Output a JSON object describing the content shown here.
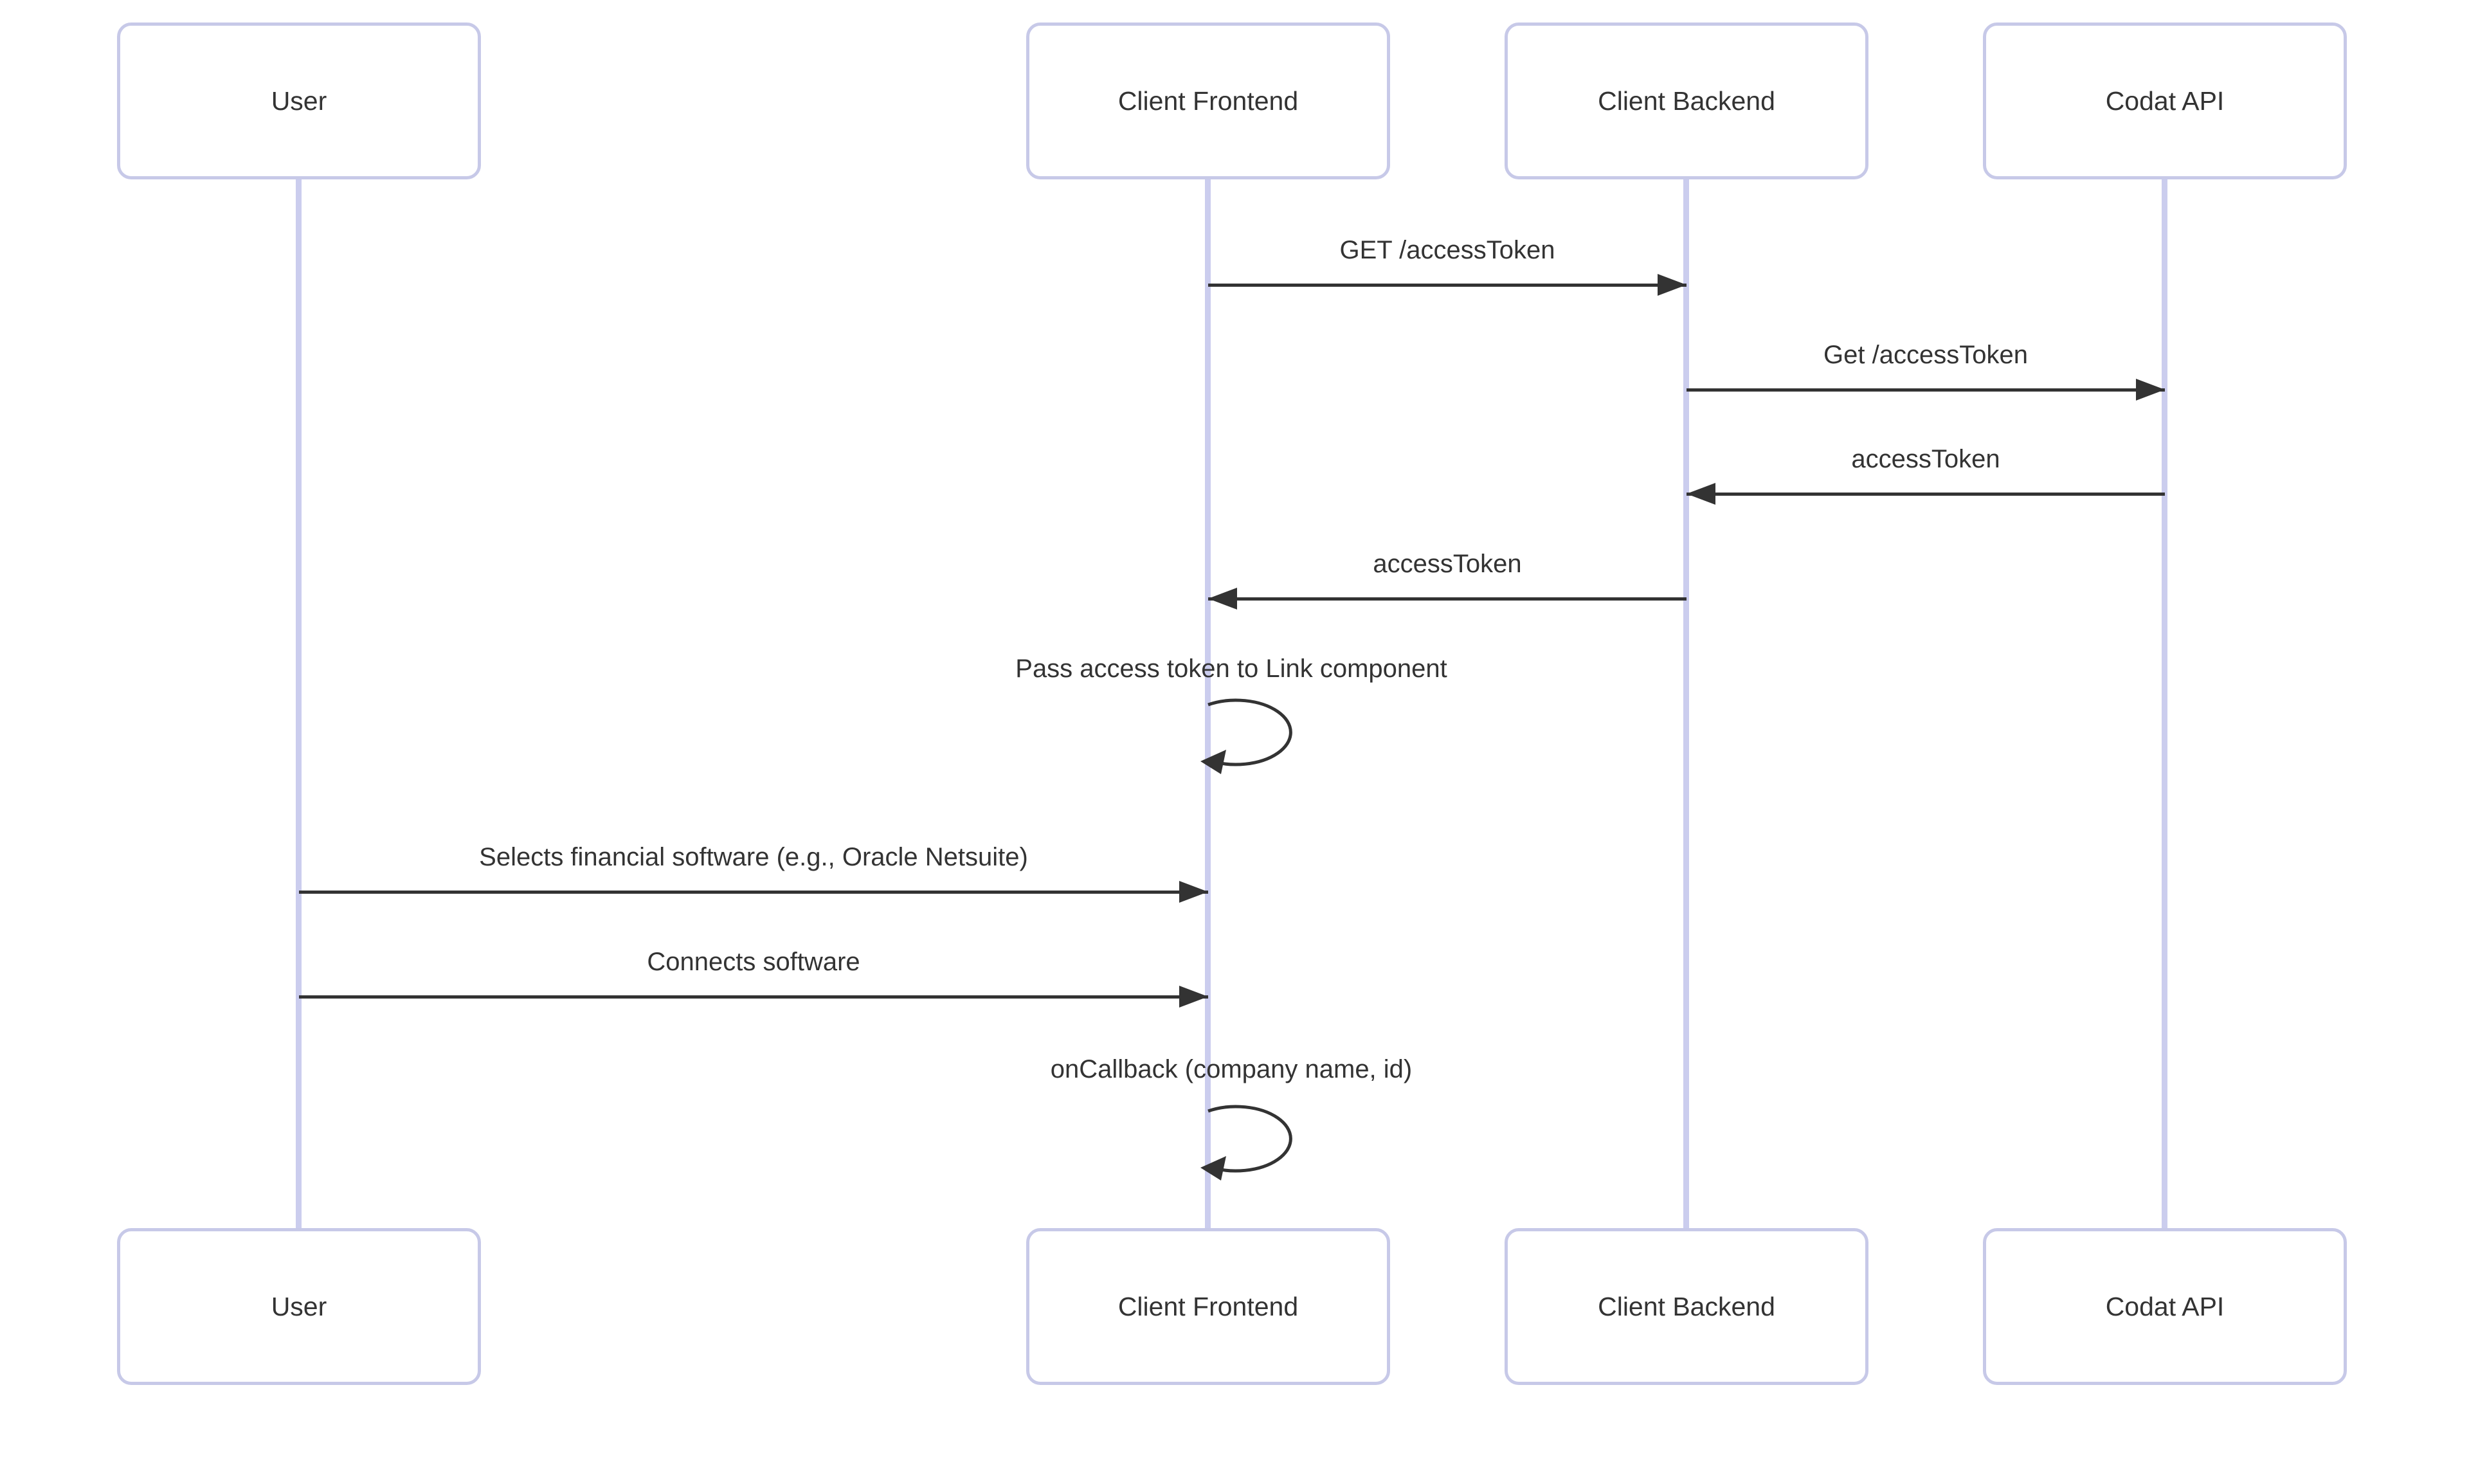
{
  "diagram": {
    "type": "sequence-diagram",
    "actors": [
      {
        "id": "user",
        "label": "User"
      },
      {
        "id": "client-frontend",
        "label": "Client Frontend"
      },
      {
        "id": "client-backend",
        "label": "Client Backend"
      },
      {
        "id": "codat-api",
        "label": "Codat API"
      }
    ],
    "messages": [
      {
        "from": "client-frontend",
        "to": "client-backend",
        "kind": "solid-arrow",
        "label": "GET /accessToken"
      },
      {
        "from": "client-backend",
        "to": "codat-api",
        "kind": "solid-arrow",
        "label": "Get /accessToken"
      },
      {
        "from": "codat-api",
        "to": "client-backend",
        "kind": "solid-arrow",
        "label": "accessToken"
      },
      {
        "from": "client-backend",
        "to": "client-frontend",
        "kind": "solid-arrow",
        "label": "accessToken"
      },
      {
        "from": "client-frontend",
        "to": "client-frontend",
        "kind": "self-loop",
        "label": "Pass access token to Link component"
      },
      {
        "from": "user",
        "to": "client-frontend",
        "kind": "solid-arrow",
        "label": "Selects financial software (e.g., Oracle Netsuite)"
      },
      {
        "from": "user",
        "to": "client-frontend",
        "kind": "solid-arrow",
        "label": "Connects software"
      },
      {
        "from": "client-frontend",
        "to": "client-frontend",
        "kind": "self-loop",
        "label": "onCallback (company name, id)"
      }
    ],
    "colors": {
      "background": "#ffffff",
      "actor_fill": "#ffffff",
      "actor_border": "#c7c9e8",
      "lifeline": "#cbcdee",
      "arrow": "#333333",
      "text": "#333333"
    }
  }
}
